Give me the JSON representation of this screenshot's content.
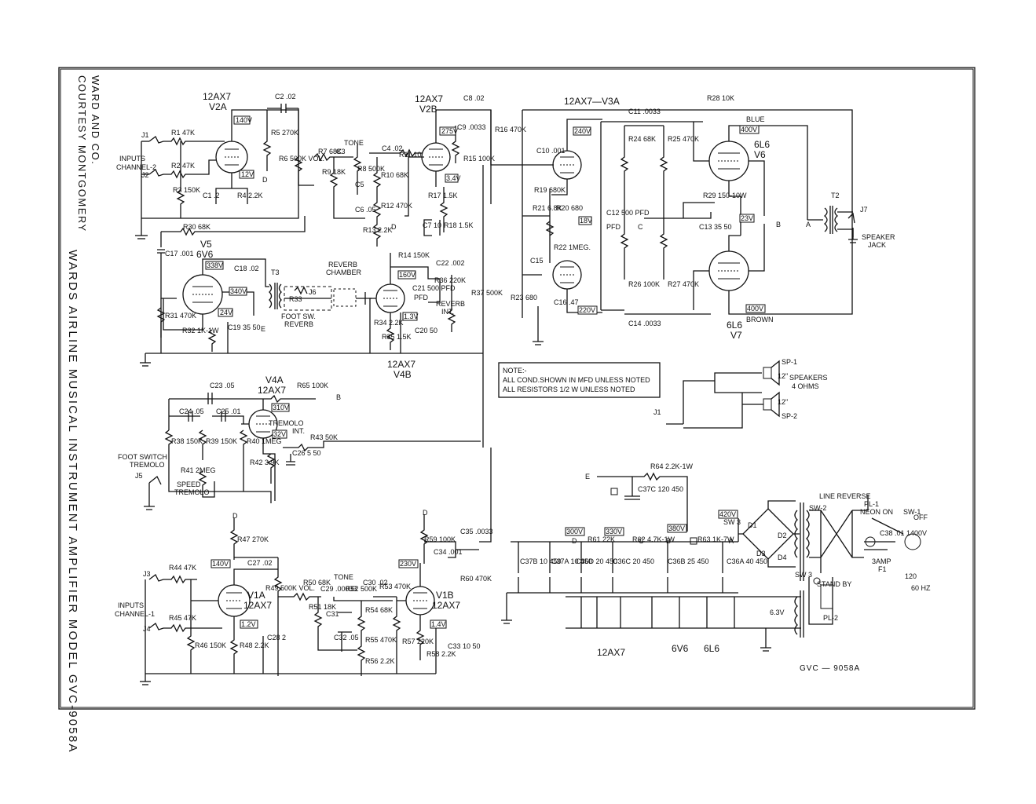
{
  "side_text": {
    "courtesy_line1": "COURTESY MONTGOMERY",
    "courtesy_line2": "WARD AND CO.",
    "title": "WARDS AIRLINE MUSICAL INSTRUMENT AMPLIFIER MODEL GVC-9058A"
  },
  "drawing_number": "GVC — 9058A",
  "note": {
    "heading": "NOTE:-",
    "line1": "ALL COND.SHOWN IN MFD UNLESS NOTED",
    "line2": "ALL RESISTORS 1/2 W UNLESS NOTED"
  },
  "labels": {
    "inputs_ch2": "INPUTS",
    "channel2": "CHANNEL-2",
    "inputs_ch1": "INPUTS",
    "channel1": "CHANNEL-1",
    "j1": "J1",
    "j2": "J2",
    "j3": "J3",
    "j4": "J4",
    "j5": "J5",
    "j7": "J7",
    "v2a_type": "12AX7",
    "v2a": "V2A",
    "v2b_type": "12AX7",
    "v2b": "V2B",
    "v3a": "12AX7—V3A",
    "v4a": "V4A",
    "v4a_type": "12AX7",
    "v4b_type": "12AX7",
    "v4b": "V4B",
    "v5": "V5",
    "v5_type": "6V6",
    "v6_type": "6L6",
    "v6": "V6",
    "v7_type": "6L6",
    "v7": "V7",
    "v1a": "V1A",
    "v1a_type": "12AX7",
    "v1b": "V1B",
    "v1b_type": "12AX7",
    "tone1": "TONE",
    "tone2": "TONE",
    "reverb_chamber1": "REVERB",
    "reverb_chamber2": "CHAMBER",
    "foot_sw_reverb1": "FOOT SW.",
    "foot_sw_reverb2": "REVERB",
    "reverb_int1": "REVERB",
    "reverb_int2": "INT.",
    "tremolo_int1": "TREMOLO",
    "tremolo_int2": "INT.",
    "foot_switch_tremolo1": "FOOT SWITCH",
    "foot_switch_tremolo2": "TREMOLO",
    "speed_tremolo1": "SPEED",
    "speed_tremolo2": "TREMOLO",
    "speaker_jack1": "SPEAKER",
    "speaker_jack2": "JACK",
    "speakers1": "SPEAKERS",
    "speakers2": "4 OHMS",
    "sp1": "SP-1",
    "sp2": "SP-2",
    "spk12a": "12\"",
    "spk12b": "12\"",
    "t2": "T2",
    "t3": "T3",
    "blue": "BLUE",
    "brown": "BROWN",
    "line_reverse": "LINE REVERSE",
    "neon_on": "NEON ON",
    "off": "OFF",
    "pl1": "PL-1",
    "pl2": "PL-2",
    "sw1": "SW-1",
    "sw2": "SW-2",
    "sw3": "SW 3",
    "standby": "STAND BY",
    "fuse": "3AMP",
    "f1": "F1",
    "mains": "120",
    "hz": "60 HZ",
    "heater_v": "6.3V",
    "tube_12ax7": "12AX7",
    "tube_6v6": "6V6",
    "tube_6l6": "6L6",
    "pfd1": "PFD",
    "pfd2": "PFD",
    "d": "D",
    "e": "E",
    "c": "C",
    "b": "B",
    "a": "A"
  },
  "voltages": [
    "140V",
    "12V",
    "275V",
    "3.4V",
    "338V",
    "340V",
    "24V",
    "160V",
    "1.3V",
    "240V",
    "18V",
    "400V",
    "23V",
    "400V",
    "220V",
    "310V",
    "32V",
    "140V",
    "1.2V",
    "230V",
    "1.4V",
    "300V",
    "330V",
    "380V",
    "420V"
  ],
  "components": {
    "r1": "R1 47K",
    "r2": "R2 47K",
    "r3": "R3 150K",
    "r4": "R4 2.2K",
    "r5": "R5 270K",
    "r6": "R6 500K VOL.",
    "r7": "R7 68K",
    "r8": "R8 500K",
    "r9": "R9 18K",
    "r10": "R10 68K",
    "r11": "R11 100K",
    "r12": "R12 470K",
    "r13": "R13 2.2K",
    "r14": "R14 150K",
    "r15": "R15 100K",
    "r16": "R16 470K",
    "r17": "R17 1.5K",
    "r18": "R18 1.5K",
    "r19": "R19 680K",
    "r20": "R20 680",
    "r21": "R21 6.8K",
    "r22": "R22 1MEG.",
    "r23": "R23 680",
    "r24": "R24 68K",
    "r25": "R25 470K",
    "r26": "R26 100K",
    "r27": "R27 470K",
    "r28": "R28 10K",
    "r29": "R29 150-10W",
    "r30": "R30 68K",
    "r31": "R31 470K",
    "r32": "R32 1K-1W",
    "r33": "R33",
    "r34": "R34 2.2K",
    "r35": "R35 1.5K",
    "r36": "R36 220K",
    "r37": "R37 500K",
    "r38": "R38 150K",
    "r39": "R39 150K",
    "r40": "R40 1MEG",
    "r41": "R41 2MEG",
    "r42": "R42 3.9K",
    "r43": "R43 50K",
    "r44": "R44 47K",
    "r45": "R45 47K",
    "r46": "R46 150K",
    "r47": "R47 270K",
    "r48": "R48 2.2K",
    "r49": "R49 500K VOL.",
    "r50": "R50 68K",
    "r51": "R51 18K",
    "r52": "R52 500K",
    "r53": "R53 470K",
    "r54": "R54 68K",
    "r55": "R55 470K",
    "r56": "R56 2.2K",
    "r57": "R57 220K",
    "r58": "R58 2.2K",
    "r59": "R59 100K",
    "r60": "R60 470K",
    "r61": "R61 22K",
    "r62": "R62 4.7K-1W",
    "r63": "R63 1K-7W",
    "r64": "R64 2.2K-1W",
    "r65": "R65 100K",
    "c1": "C1 .2",
    "c2": "C2 .02",
    "c3": "C3",
    "c4": "C4 .02",
    "c5": "C5",
    "c6": "C6 .05",
    "c7": "C7 10",
    "c8": "C8 .02",
    "c9": "C9 .0033",
    "c10": "C10 .001",
    "c11": "C11 .0033",
    "c12": "C12 500 PFD",
    "c13": "C13 35 50",
    "c14": "C14 .0033",
    "c15": "C15",
    "c16": "C16 .47",
    "c17": "C17 .001",
    "c18": "C18 .02",
    "c19": "C19 35 50",
    "c20": "C20 50",
    "c21": "C21 500 PFD",
    "c22": "C22 .002",
    "c23": "C23 .05",
    "c24": "C24 .05",
    "c25": "C25 .01",
    "c26": "C26 5 50",
    "c27": "C27 .02",
    "c28": "C28 2",
    "c29": "C29 .00033",
    "c30": "C30 .02",
    "c31": "C31",
    "c32": "C32 .05",
    "c33": "C33 10 50",
    "c34": "C34 .001",
    "c35": "C35 .0033",
    "c36a": "C36A 40 450",
    "c36b": "C36B 25 450",
    "c36c": "C36C 20 450",
    "c36d": "C36D 20 450",
    "c37a": "C37A 10 450",
    "c37b": "C37B 10 450",
    "c37c": "C37C 120 450",
    "c38": "C38 .01 1400V",
    "d1": "D1",
    "d2": "D2",
    "d3": "D3",
    "d4": "D4",
    "j6": "J6"
  }
}
